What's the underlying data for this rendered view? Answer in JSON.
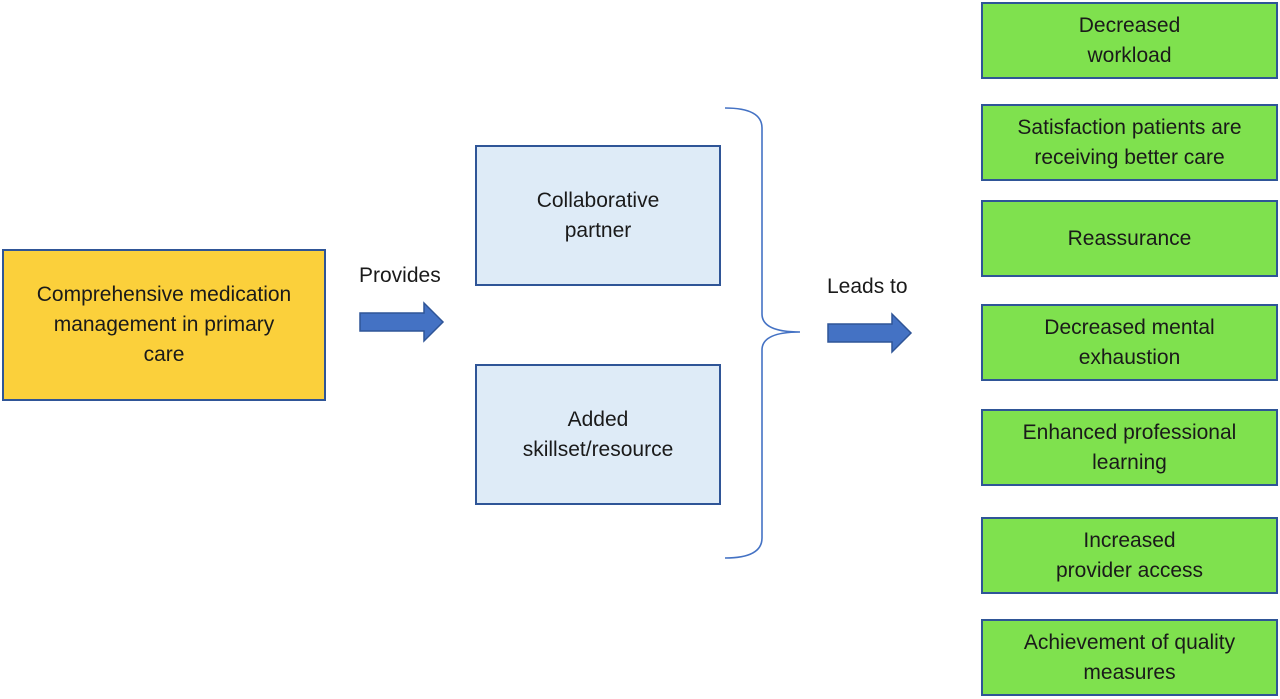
{
  "source": {
    "label": "Comprehensive medication\nmanagement in primary\ncare"
  },
  "arrow_labels": {
    "provides": "Provides",
    "leads_to": "Leads to"
  },
  "provides": [
    {
      "label": "Collaborative\npartner"
    },
    {
      "label": "Added\nskillset/resource"
    }
  ],
  "outcomes": [
    {
      "label": "Decreased\nworkload"
    },
    {
      "label": "Satisfaction patients are\nreceiving better care"
    },
    {
      "label": "Reassurance"
    },
    {
      "label": "Decreased mental\nexhaustion"
    },
    {
      "label": "Enhanced professional\nlearning"
    },
    {
      "label": "Increased\nprovider access"
    },
    {
      "label": "Achievement of quality\nmeasures"
    }
  ],
  "colors": {
    "source_fill": "#FBD03B",
    "provides_fill": "#DEEBF7",
    "outcome_fill": "#7FE14E",
    "border": "#2F5597",
    "arrow": "#4472C4"
  }
}
